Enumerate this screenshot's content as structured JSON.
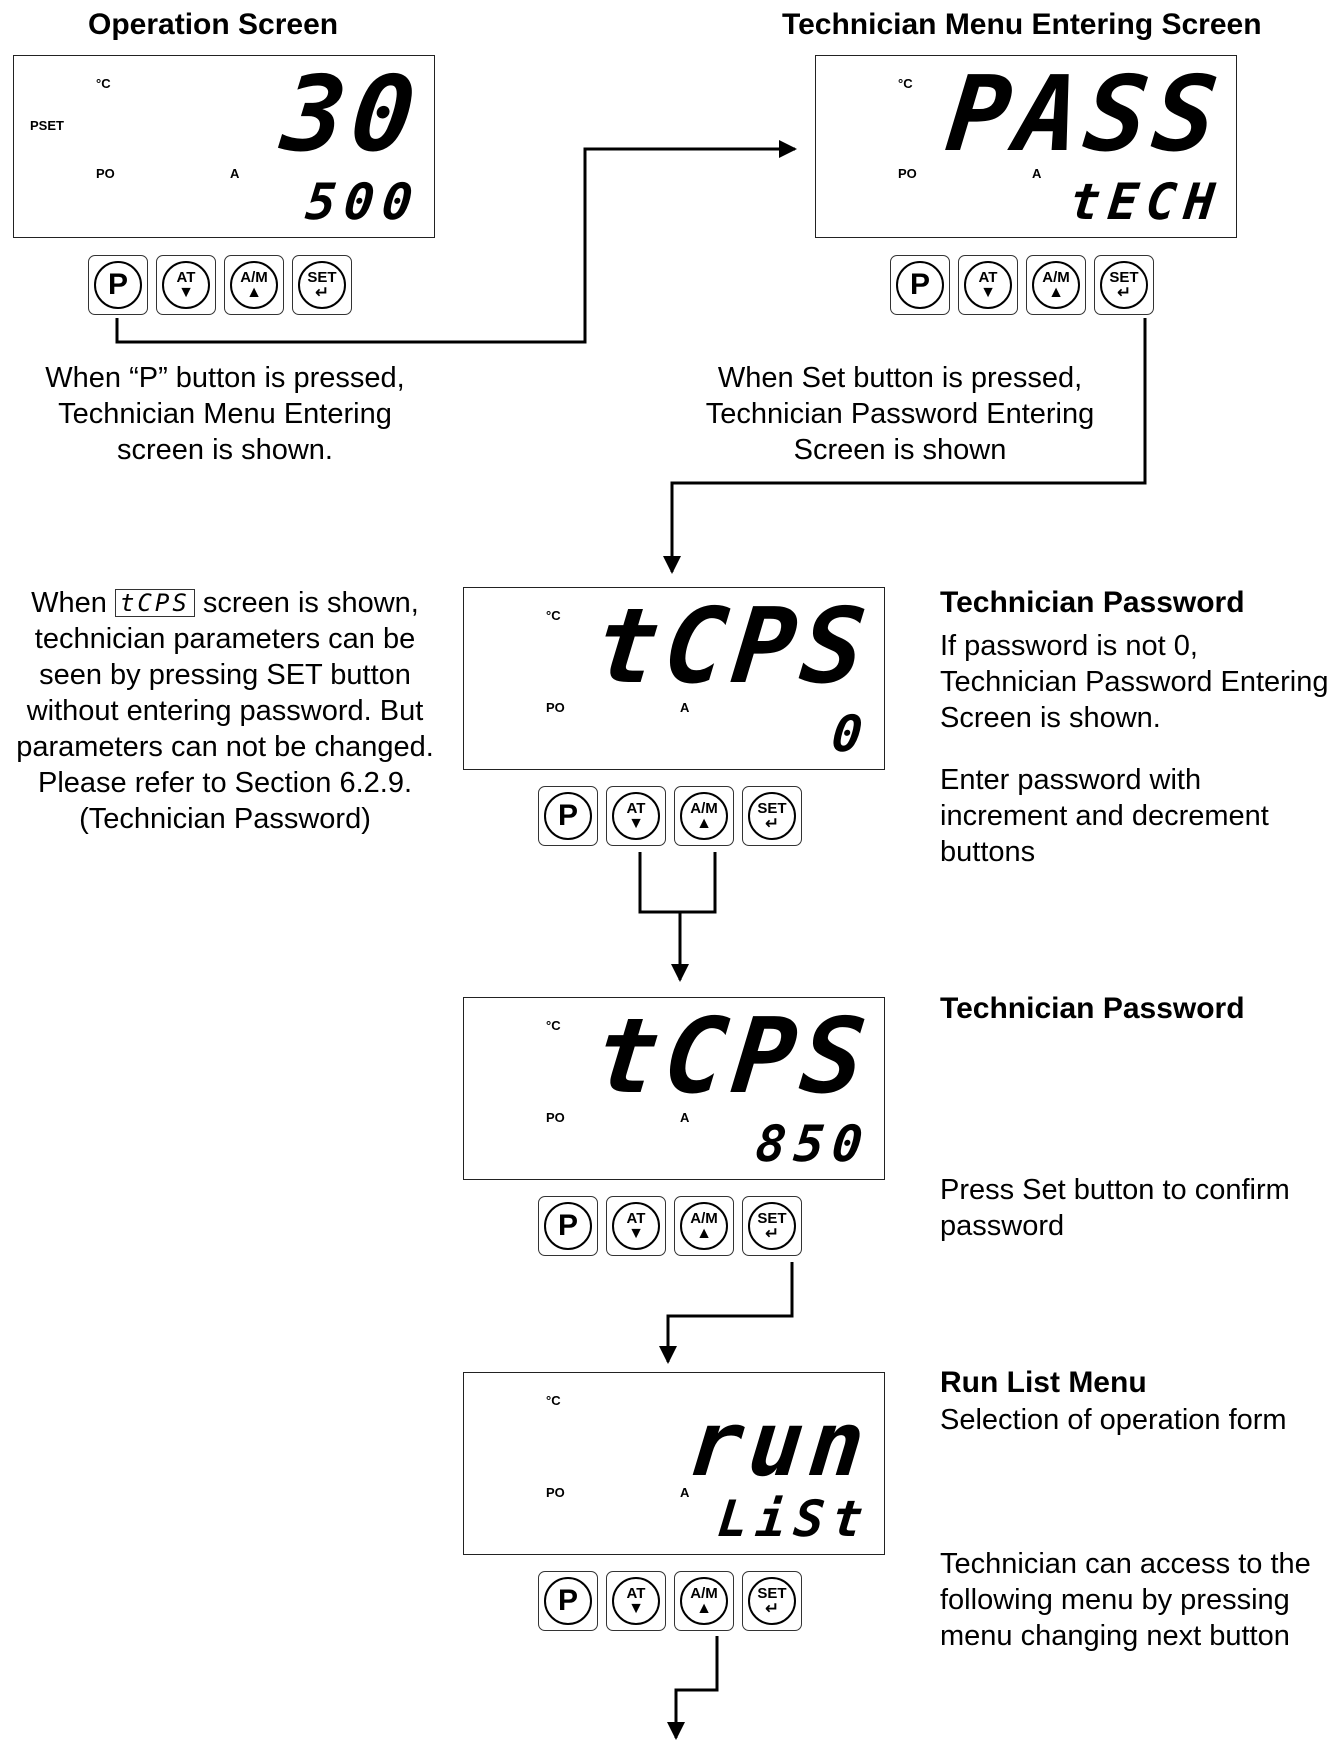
{
  "titles": {
    "operation": "Operation Screen",
    "tech_menu": "Technician Menu Entering Screen"
  },
  "labels": {
    "unit": "°C",
    "pset": "PSET",
    "po": "PO",
    "a": "A"
  },
  "keys": {
    "p": "P",
    "at": "AT",
    "am": "A/M",
    "set": "SET"
  },
  "screens": {
    "operation": {
      "top": "30",
      "bottom": "500"
    },
    "tech_menu": {
      "top": "PASS",
      "bottom": "tECH"
    },
    "tcps_zero": {
      "top": "tCPS",
      "bottom": "0"
    },
    "tcps_850": {
      "top": "tCPS",
      "bottom": "850"
    },
    "run_list": {
      "top": "run",
      "bottom": "LiSt"
    }
  },
  "notes": {
    "p_pressed": "When “P” button is pressed, Technician Menu Entering screen is shown.",
    "set_pressed": "When Set button is pressed, Technician Password Entering Screen is shown",
    "tcps_prefix": "When",
    "tcps_inline": "tCPS",
    "tcps_suffix": "screen is shown, technician parameters can be seen by pressing SET button without entering password. But parameters can not be changed. Please refer to Section 6.2.9. (Technician Password)"
  },
  "side": {
    "tp1_title": "Technician Password",
    "tp1_text1": "If password is not 0, Technician Password Entering Screen is shown.",
    "tp1_text2": "Enter password with increment and decrement buttons",
    "tp2_title": "Technician Password",
    "tp2_text": "Press Set button to confirm password",
    "run_title": "Run List Menu",
    "run_sub": "Selection of operation form",
    "run_text": "Technician can access to the following menu by pressing menu changing next button"
  }
}
